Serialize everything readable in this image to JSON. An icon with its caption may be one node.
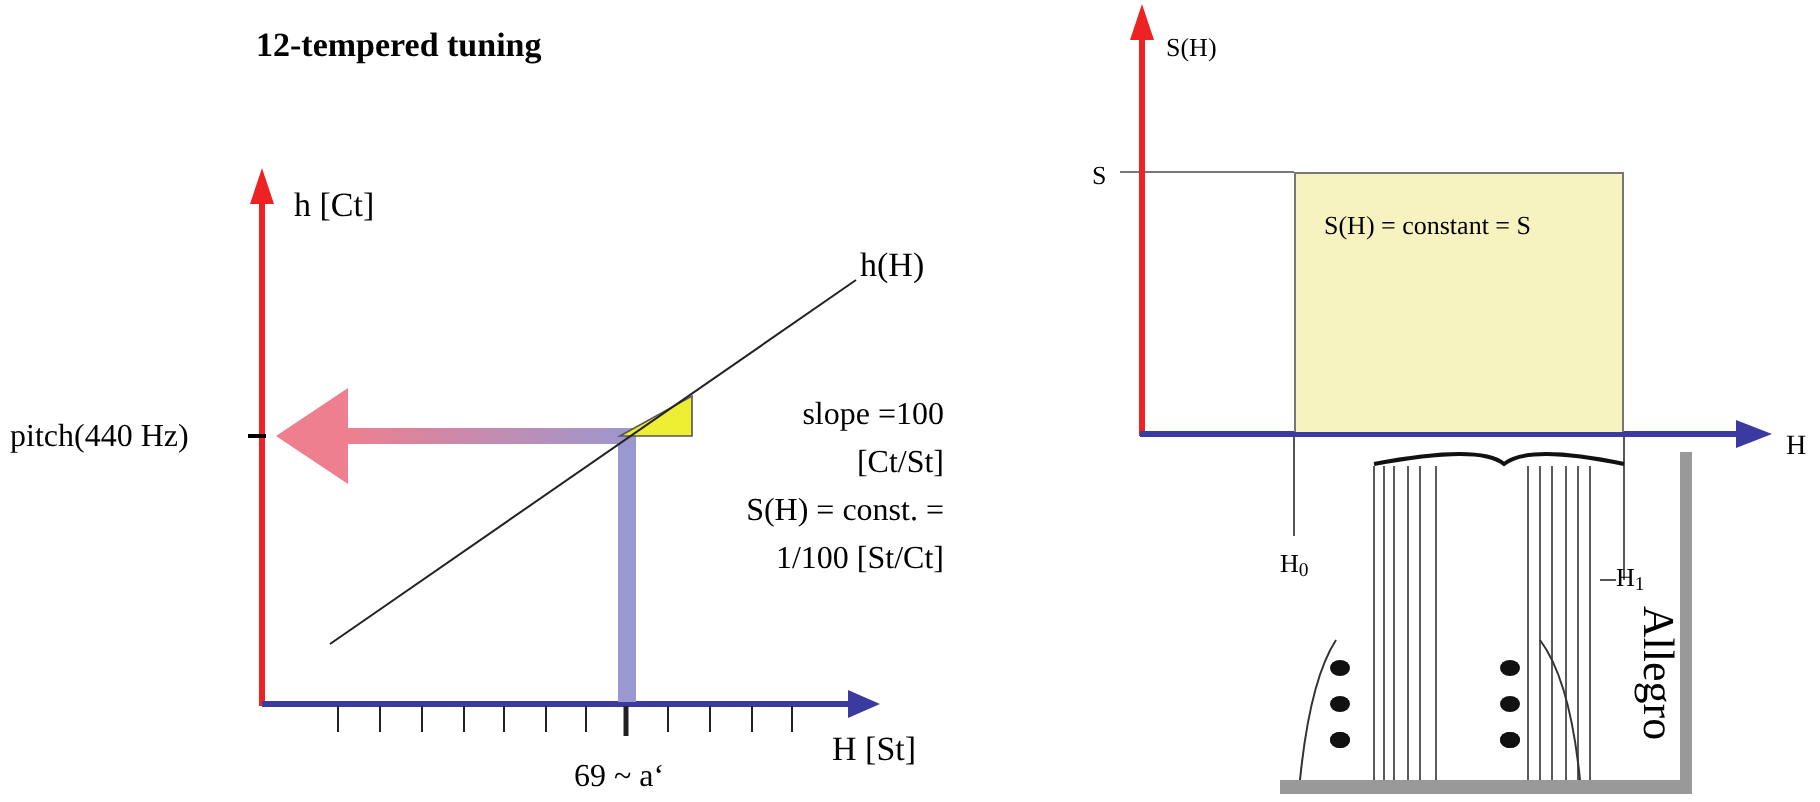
{
  "diagram": {
    "title": "12-tempered tuning",
    "nodes": [
      {
        "text": [
          "S(H) = constant = S"
        ]
      }
    ],
    "labels": [
      "h [Ct]",
      "h(H)",
      "pitch(440 Hz)",
      "slope =100 [Ct/St]",
      "S(H) = const. = 1/100 [St/Ct]",
      "H [St]",
      "69 ~ a‘",
      "S(H)",
      "S",
      "H",
      "H$_{0}$",
      "H$_{1}$",
      "Allegro"
    ]
  }
}
